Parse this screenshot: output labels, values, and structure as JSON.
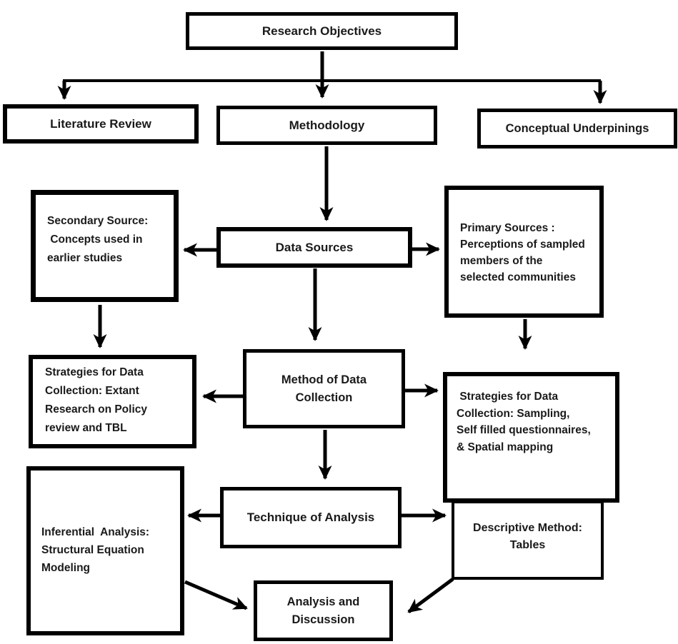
{
  "diagram": {
    "description": "Research design flowchart",
    "colors": {
      "border": "#000000",
      "background": "#ffffff",
      "text": "#1a1a1a",
      "arrow": "#000000"
    },
    "nodes": {
      "research_objectives": {
        "label": "Research Objectives"
      },
      "literature_review": {
        "label": "Literature Review"
      },
      "methodology": {
        "label": "Methodology"
      },
      "conceptual_underpinnings": {
        "label": "Conceptual Underpinings"
      },
      "data_sources": {
        "label": "Data Sources"
      },
      "secondary_source": {
        "label": "Secondary Source:\n Concepts used in\nearlier studies"
      },
      "primary_sources": {
        "label": "Primary Sources :\nPerceptions of sampled\nmembers of the\nselected communities"
      },
      "method_of_data_collection": {
        "label": "Method of Data\nCollection"
      },
      "strategies_secondary": {
        "label": "Strategies for Data\nCollection: Extant\nResearch on Policy\nreview and TBL"
      },
      "strategies_primary": {
        "label": " Strategies for Data\nCollection: Sampling,\nSelf filled questionnaires,\n& Spatial mapping"
      },
      "technique_of_analysis": {
        "label": "Technique of Analysis"
      },
      "inferential_analysis": {
        "label": "Inferential  Analysis:\nStructural Equation\nModeling"
      },
      "descriptive_method": {
        "label": "Descriptive Method:\nTables"
      },
      "analysis_and_discussion": {
        "label": "Analysis and\nDiscussion"
      }
    }
  }
}
